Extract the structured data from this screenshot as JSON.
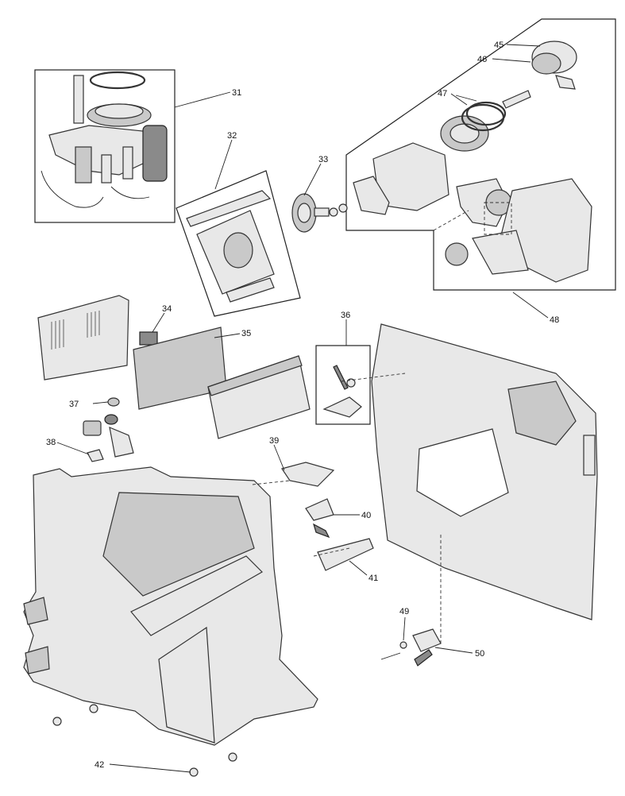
{
  "callouts": {
    "c31": "31",
    "c32": "32",
    "c33": "33",
    "c34": "34",
    "c35": "35",
    "c36": "36",
    "c37": "37",
    "c38": "38",
    "c39": "39",
    "c40": "40",
    "c41": "41",
    "c42": "42",
    "c45": "45",
    "c46": "46",
    "c47": "47",
    "c48": "48",
    "c49": "49",
    "c50": "50"
  }
}
